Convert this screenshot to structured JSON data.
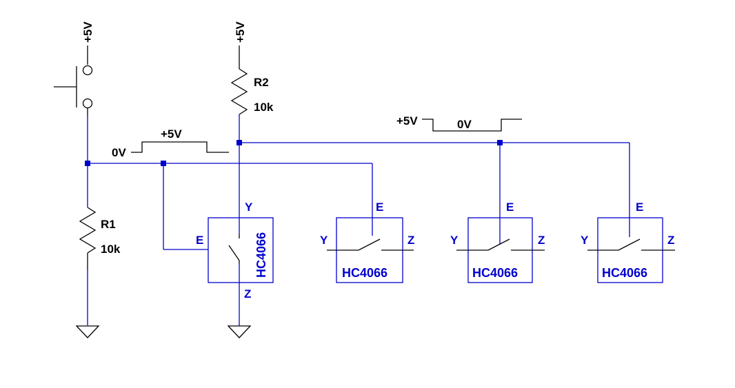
{
  "supply": {
    "button_supply": "+5V",
    "r2_supply": "+5V"
  },
  "resistors": [
    {
      "ref": "R1",
      "value": "10k"
    },
    {
      "ref": "R2",
      "value": "10k"
    }
  ],
  "pulses": [
    {
      "low_label": "0V",
      "high_label": "+5V"
    },
    {
      "high_label": "+5V",
      "low_label": "0V"
    }
  ],
  "switches": [
    {
      "part": "HC4066",
      "pin_y": "Y",
      "pin_e": "E",
      "pin_z": "Z"
    },
    {
      "part": "HC4066",
      "pin_y": "Y",
      "pin_e": "E",
      "pin_z": "Z"
    },
    {
      "part": "HC4066",
      "pin_y": "Y",
      "pin_e": "E",
      "pin_z": "Z"
    },
    {
      "part": "HC4066",
      "pin_y": "Y",
      "pin_e": "E",
      "pin_z": "Z"
    }
  ],
  "colors": {
    "wire": "#0000cc",
    "component": "#000000"
  }
}
